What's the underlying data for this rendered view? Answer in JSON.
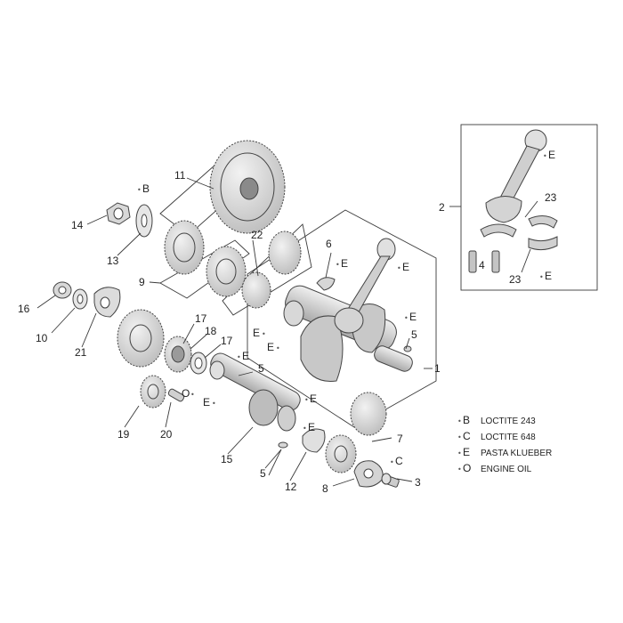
{
  "colors": {
    "ink": "#3a3a3a",
    "part_fill": "#e6e6e6",
    "part_shade": "#bdbdbd",
    "background": "#ffffff"
  },
  "callouts": {
    "n1": "1",
    "n2": "2",
    "n3": "3",
    "n4": "4",
    "n5a": "5",
    "n5b": "5",
    "n5c": "5",
    "n6": "6",
    "n7": "7",
    "n8": "8",
    "n9": "9",
    "n10": "10",
    "n11": "11",
    "n12": "12",
    "n13": "13",
    "n14": "14",
    "n15": "15",
    "n16": "16",
    "n17a": "17",
    "n17b": "17",
    "n18": "18",
    "n19": "19",
    "n20": "20",
    "n21": "21",
    "n22": "22",
    "n23a": "23",
    "n23b": "23"
  },
  "markers": {
    "e_rod_top": "E",
    "e_bearing": "E",
    "e_rod_main": "E",
    "e_6": "E",
    "e_crank_a": "E",
    "e_crank_b": "E",
    "e_crank_right": "E",
    "e_shaft_a": "E",
    "e_shaft_b": "E",
    "e_shaft_c": "E",
    "e_12": "E",
    "b_13": "B",
    "c_8": "C",
    "o_17": "O"
  },
  "legend": [
    {
      "letter": "B",
      "text": "LOCTITE 243"
    },
    {
      "letter": "C",
      "text": "LOCTITE 648"
    },
    {
      "letter": "E",
      "text": "PASTA KLUEBER"
    },
    {
      "letter": "O",
      "text": "ENGINE OIL"
    }
  ]
}
